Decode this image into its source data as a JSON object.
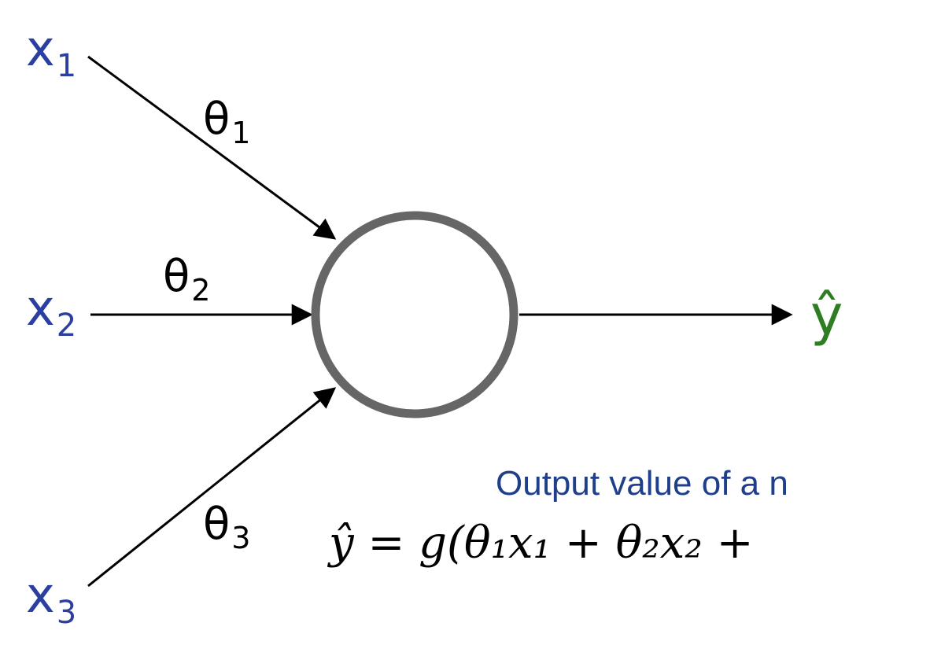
{
  "colors": {
    "input": "#2b3fa0",
    "output": "#2f7d22",
    "node_stroke": "#666666",
    "edge": "#000000",
    "caption": "#1f3f8a"
  },
  "inputs": [
    {
      "label": "x",
      "sub": "1"
    },
    {
      "label": "x",
      "sub": "2"
    },
    {
      "label": "x",
      "sub": "3"
    }
  ],
  "weights": [
    {
      "label": "θ",
      "sub": "1"
    },
    {
      "label": "θ",
      "sub": "2"
    },
    {
      "label": "θ",
      "sub": "3"
    }
  ],
  "output": {
    "label": "ŷ"
  },
  "caption": "Output value of a n",
  "formula": "ŷ = g(θ₁x₁ + θ₂x₂ +"
}
